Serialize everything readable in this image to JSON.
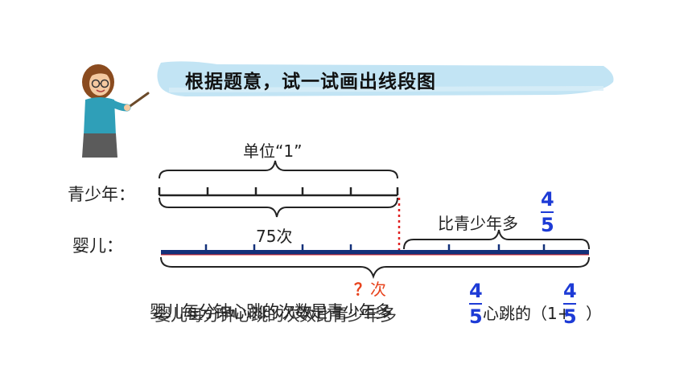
{
  "title": "根据题意，试一试画出线段图",
  "labels": {
    "teen": "青少年：",
    "baby": "婴儿：",
    "unit": "单位“1”",
    "count": "75次",
    "more_prefix": "比青少年多",
    "unknown_q": "？",
    "unknown_unit": "次"
  },
  "fraction": {
    "numerator": "4",
    "denominator": "5"
  },
  "sentence": {
    "overlap_a": "婴儿每分钟心跳的次数是青少年多",
    "overlap_b": "婴儿每分钟心跳的次数比青少年多",
    "tail": "心跳的（1+",
    "close": "）"
  },
  "colors": {
    "baby_line": "#13307a",
    "dotted": "#e02020",
    "question": "#e8431d",
    "fraction": "#1d3bd6",
    "banner": "#bfe3f3"
  }
}
